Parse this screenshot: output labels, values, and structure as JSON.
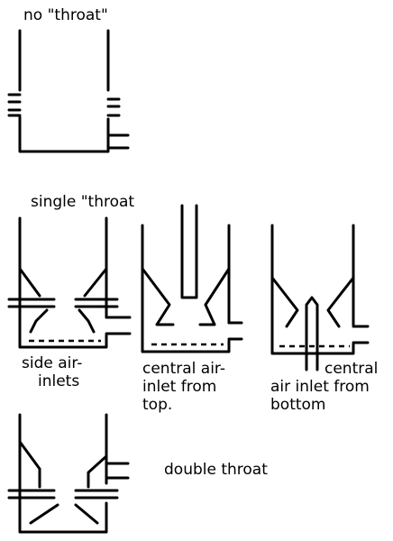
{
  "labels": {
    "no_throat": "no \"throat\"",
    "single_throat": "single \"throat",
    "side_air_line1": "side air-",
    "side_air_line2": "inlets",
    "central_top_line1": "central air-",
    "central_top_line2": "inlet from",
    "central_top_line3": "top.",
    "central_bottom_line1": "central",
    "central_bottom_line2": "air inlet from",
    "central_bottom_line3": "bottom",
    "double_throat": "double throat"
  }
}
